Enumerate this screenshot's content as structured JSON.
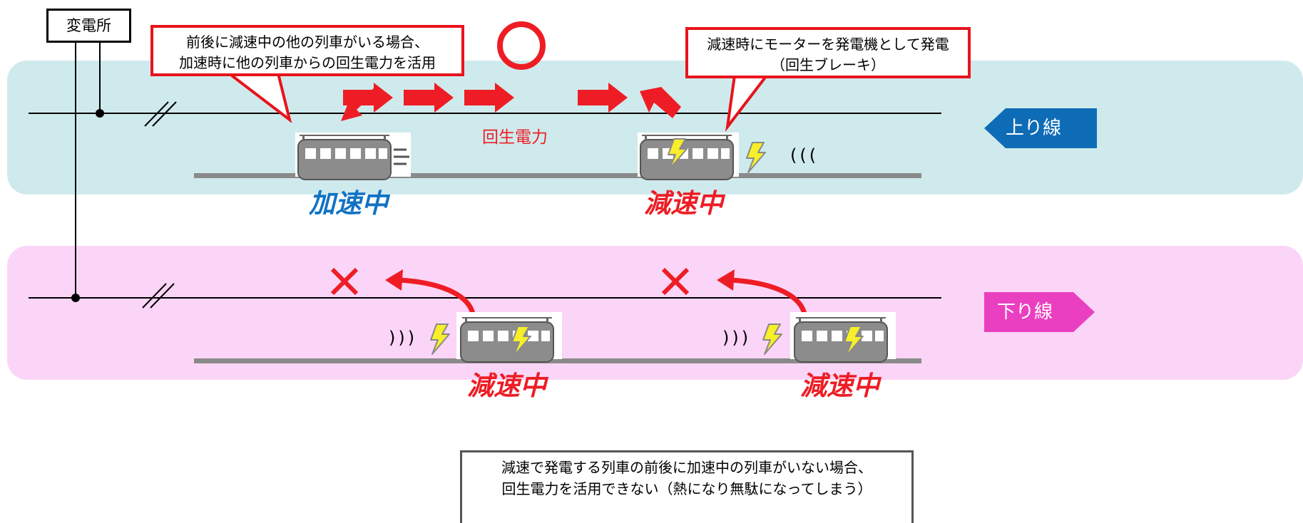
{
  "substation": {
    "label": "変電所"
  },
  "callout_left": {
    "line1": "前後に減速中の他の列車がいる場合、",
    "line2": "加速時に他の列車からの回生電力を活用"
  },
  "callout_right": {
    "line1": "減速時にモーターを発電機として発電",
    "line2": "（回生ブレーキ）"
  },
  "ok_mark": "○",
  "regen_power": "回生電力",
  "up_line": {
    "label": "上り線",
    "band_color": "#cfeaec",
    "tag_color": "#0e6cb7",
    "train_left_status": "加速中",
    "train_right_status": "減速中",
    "waves": "((("
  },
  "down_line": {
    "label": "下り線",
    "band_color": "#fbd5f7",
    "tag_color": "#ea3fc0",
    "train_left_status": "減速中",
    "train_right_status": "減速中",
    "waves": ")))"
  },
  "note": {
    "line1": "減速で発電する列車の前後に加速中の列車がいない場合、",
    "line2": "回生電力を活用できない（熱になり無駄になってしまう）"
  },
  "colors": {
    "accent_red": "#ee1d25",
    "accent_blue": "#1172c4"
  }
}
